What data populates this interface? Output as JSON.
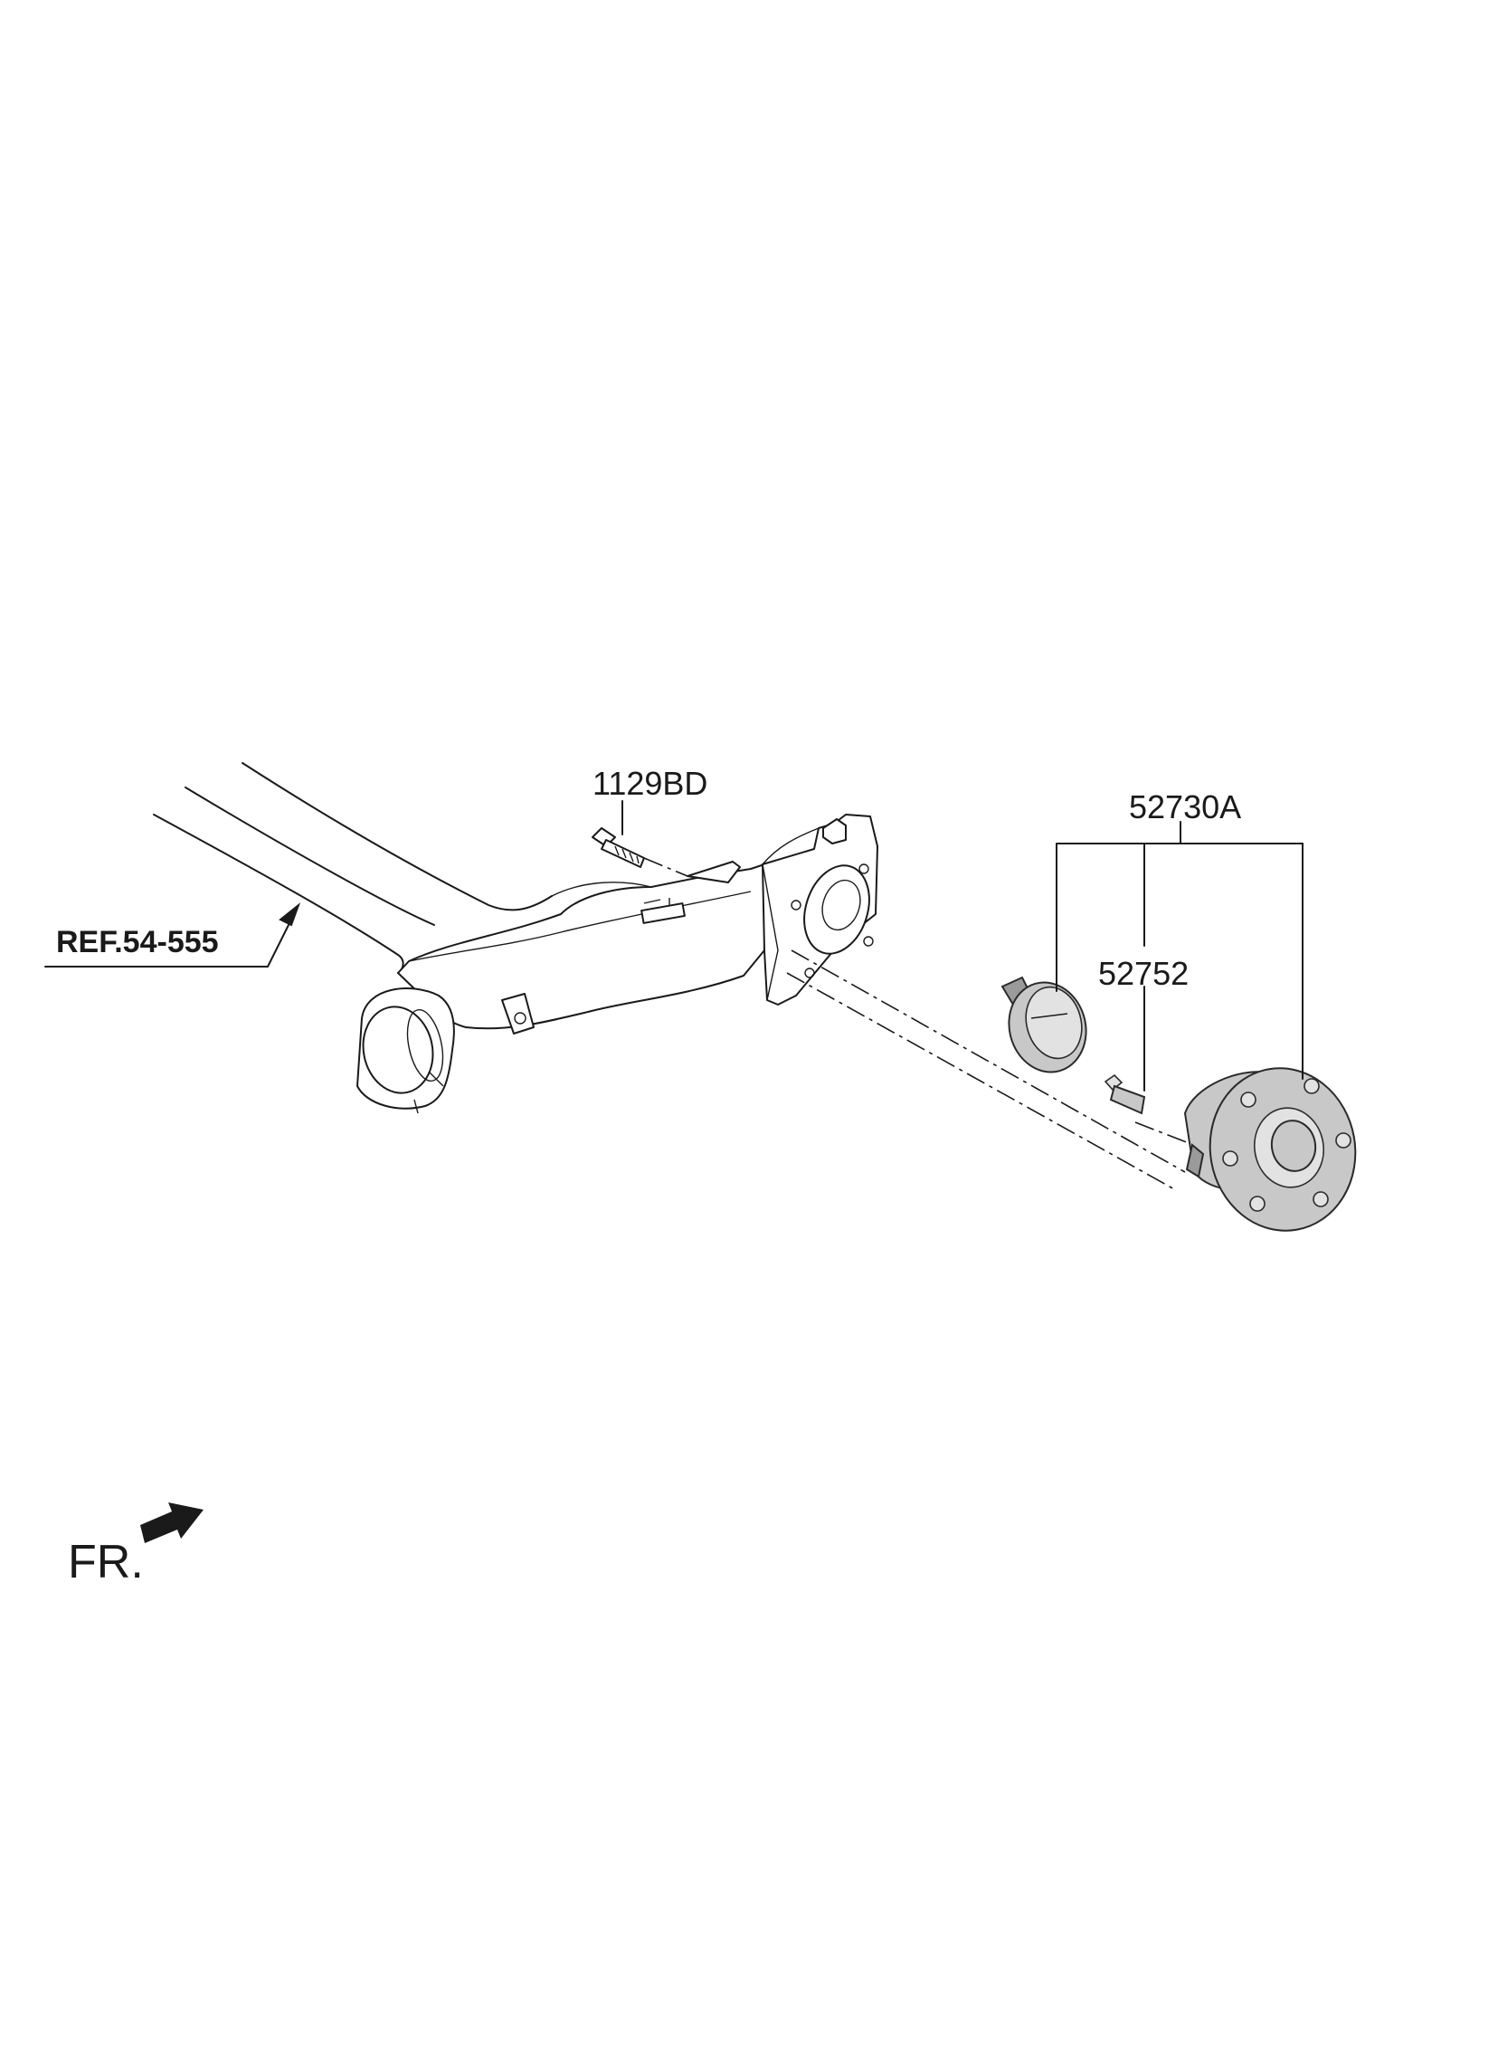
{
  "labels": {
    "bolt": "1129BD",
    "hub_assembly": "52730A",
    "hub_bolt": "52752",
    "reference": "REF.54-555",
    "front": "FR."
  }
}
